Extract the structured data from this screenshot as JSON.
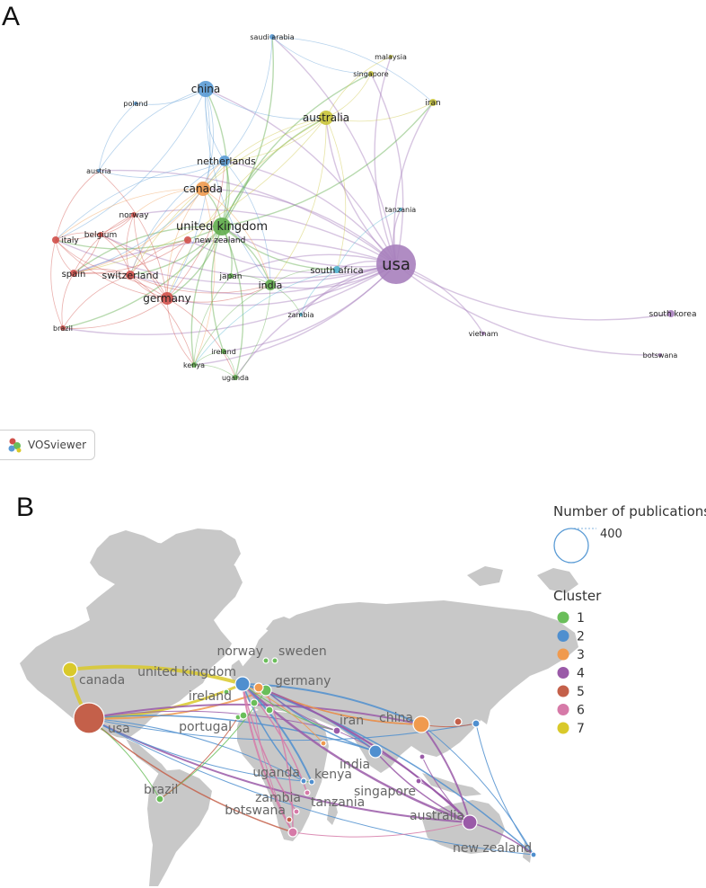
{
  "panel_a": {
    "letter": "A",
    "network": {
      "nodes": [
        {
          "id": "usa",
          "label": "usa",
          "cluster": "purple"
        },
        {
          "id": "united_kingdom",
          "label": "united kingdom",
          "cluster": "green"
        },
        {
          "id": "china",
          "label": "china",
          "cluster": "blue"
        },
        {
          "id": "australia",
          "label": "australia",
          "cluster": "yellow"
        },
        {
          "id": "canada",
          "label": "canada",
          "cluster": "orange"
        },
        {
          "id": "germany",
          "label": "germany",
          "cluster": "red"
        },
        {
          "id": "netherlands",
          "label": "netherlands",
          "cluster": "blue"
        },
        {
          "id": "india",
          "label": "india",
          "cluster": "green"
        },
        {
          "id": "south_africa",
          "label": "south africa",
          "cluster": "cyan"
        },
        {
          "id": "switzerland",
          "label": "switzerland",
          "cluster": "red"
        },
        {
          "id": "spain",
          "label": "spain",
          "cluster": "red"
        },
        {
          "id": "italy",
          "label": "italy",
          "cluster": "red"
        },
        {
          "id": "belgium",
          "label": "belgium",
          "cluster": "red"
        },
        {
          "id": "norway",
          "label": "norway",
          "cluster": "red"
        },
        {
          "id": "new_zealand",
          "label": "new zealand",
          "cluster": "red"
        },
        {
          "id": "austria",
          "label": "austria",
          "cluster": "blue"
        },
        {
          "id": "poland",
          "label": "poland",
          "cluster": "blue"
        },
        {
          "id": "saudi_arabia",
          "label": "saudi arabia",
          "cluster": "blue"
        },
        {
          "id": "malaysia",
          "label": "malaysia",
          "cluster": "yellow"
        },
        {
          "id": "singapore",
          "label": "singapore",
          "cluster": "yellow"
        },
        {
          "id": "iran",
          "label": "iran",
          "cluster": "yellow"
        },
        {
          "id": "tanzania",
          "label": "tanzania",
          "cluster": "cyan"
        },
        {
          "id": "zambia",
          "label": "zambia",
          "cluster": "cyan"
        },
        {
          "id": "japan",
          "label": "japan",
          "cluster": "green"
        },
        {
          "id": "ireland",
          "label": "ireland",
          "cluster": "green"
        },
        {
          "id": "kenya",
          "label": "kenya",
          "cluster": "green"
        },
        {
          "id": "uganda",
          "label": "uganda",
          "cluster": "green"
        },
        {
          "id": "brazil",
          "label": "brazil",
          "cluster": "red"
        },
        {
          "id": "south_korea",
          "label": "south korea",
          "cluster": "purple"
        },
        {
          "id": "vietnam",
          "label": "vietnam",
          "cluster": "purple"
        },
        {
          "id": "botswana",
          "label": "botswana",
          "cluster": "purple"
        }
      ],
      "links": [
        [
          "usa",
          "united_kingdom"
        ],
        [
          "usa",
          "china"
        ],
        [
          "usa",
          "australia"
        ],
        [
          "usa",
          "canada"
        ],
        [
          "usa",
          "germany"
        ],
        [
          "usa",
          "netherlands"
        ],
        [
          "usa",
          "india"
        ],
        [
          "usa",
          "south_africa"
        ],
        [
          "usa",
          "switzerland"
        ],
        [
          "usa",
          "spain"
        ],
        [
          "usa",
          "italy"
        ],
        [
          "usa",
          "south_korea"
        ],
        [
          "usa",
          "vietnam"
        ],
        [
          "usa",
          "botswana"
        ],
        [
          "usa",
          "iran"
        ],
        [
          "usa",
          "singapore"
        ],
        [
          "usa",
          "malaysia"
        ],
        [
          "usa",
          "saudi_arabia"
        ],
        [
          "usa",
          "tanzania"
        ],
        [
          "usa",
          "zambia"
        ],
        [
          "usa",
          "kenya"
        ],
        [
          "usa",
          "uganda"
        ],
        [
          "usa",
          "brazil"
        ],
        [
          "usa",
          "japan"
        ],
        [
          "usa",
          "new_zealand"
        ],
        [
          "usa",
          "austria"
        ],
        [
          "usa",
          "belgium"
        ],
        [
          "usa",
          "norway"
        ],
        [
          "usa",
          "ireland"
        ],
        [
          "united_kingdom",
          "china"
        ],
        [
          "united_kingdom",
          "australia"
        ],
        [
          "united_kingdom",
          "canada"
        ],
        [
          "united_kingdom",
          "germany"
        ],
        [
          "united_kingdom",
          "netherlands"
        ],
        [
          "united_kingdom",
          "india"
        ],
        [
          "united_kingdom",
          "south_africa"
        ],
        [
          "united_kingdom",
          "switzerland"
        ],
        [
          "united_kingdom",
          "spain"
        ],
        [
          "united_kingdom",
          "italy"
        ],
        [
          "united_kingdom",
          "kenya"
        ],
        [
          "united_kingdom",
          "uganda"
        ],
        [
          "united_kingdom",
          "ireland"
        ],
        [
          "united_kingdom",
          "japan"
        ],
        [
          "united_kingdom",
          "saudi_arabia"
        ],
        [
          "united_kingdom",
          "singapore"
        ],
        [
          "united_kingdom",
          "iran"
        ],
        [
          "united_kingdom",
          "brazil"
        ],
        [
          "china",
          "australia"
        ],
        [
          "china",
          "canada"
        ],
        [
          "china",
          "netherlands"
        ],
        [
          "china",
          "germany"
        ],
        [
          "china",
          "austria"
        ],
        [
          "china",
          "poland"
        ],
        [
          "china",
          "india"
        ],
        [
          "china",
          "italy"
        ],
        [
          "australia",
          "canada"
        ],
        [
          "australia",
          "netherlands"
        ],
        [
          "australia",
          "germany"
        ],
        [
          "australia",
          "india"
        ],
        [
          "australia",
          "singapore"
        ],
        [
          "australia",
          "malaysia"
        ],
        [
          "australia",
          "iran"
        ],
        [
          "australia",
          "spain"
        ],
        [
          "australia",
          "switzerland"
        ],
        [
          "australia",
          "south_africa"
        ],
        [
          "canada",
          "germany"
        ],
        [
          "canada",
          "netherlands"
        ],
        [
          "canada",
          "switzerland"
        ],
        [
          "canada",
          "spain"
        ],
        [
          "canada",
          "italy"
        ],
        [
          "canada",
          "india"
        ],
        [
          "canada",
          "norway"
        ],
        [
          "canada",
          "kenya"
        ],
        [
          "germany",
          "netherlands"
        ],
        [
          "germany",
          "switzerland"
        ],
        [
          "germany",
          "spain"
        ],
        [
          "germany",
          "italy"
        ],
        [
          "germany",
          "belgium"
        ],
        [
          "germany",
          "norway"
        ],
        [
          "germany",
          "india"
        ],
        [
          "germany",
          "brazil"
        ],
        [
          "germany",
          "kenya"
        ],
        [
          "germany",
          "uganda"
        ],
        [
          "germany",
          "austria"
        ],
        [
          "germany",
          "new_zealand"
        ],
        [
          "netherlands",
          "switzerland"
        ],
        [
          "netherlands",
          "spain"
        ],
        [
          "netherlands",
          "italy"
        ],
        [
          "netherlands",
          "india"
        ],
        [
          "netherlands",
          "saudi_arabia"
        ],
        [
          "netherlands",
          "austria"
        ],
        [
          "switzerland",
          "spain"
        ],
        [
          "switzerland",
          "italy"
        ],
        [
          "switzerland",
          "belgium"
        ],
        [
          "switzerland",
          "norway"
        ],
        [
          "switzerland",
          "india"
        ],
        [
          "switzerland",
          "kenya"
        ],
        [
          "switzerland",
          "brazil"
        ],
        [
          "spain",
          "italy"
        ],
        [
          "spain",
          "belgium"
        ],
        [
          "spain",
          "norway"
        ],
        [
          "spain",
          "brazil"
        ],
        [
          "italy",
          "belgium"
        ],
        [
          "italy",
          "norway"
        ],
        [
          "italy",
          "austria"
        ],
        [
          "belgium",
          "norway"
        ],
        [
          "india",
          "south_africa"
        ],
        [
          "india",
          "kenya"
        ],
        [
          "india",
          "uganda"
        ],
        [
          "india",
          "japan"
        ],
        [
          "india",
          "zambia"
        ],
        [
          "south_africa",
          "zambia"
        ],
        [
          "south_africa",
          "tanzania"
        ],
        [
          "south_africa",
          "kenya"
        ],
        [
          "kenya",
          "uganda"
        ],
        [
          "ireland",
          "kenya"
        ],
        [
          "ireland",
          "uganda"
        ],
        [
          "japan",
          "kenya"
        ],
        [
          "saudi_arabia",
          "iran"
        ],
        [
          "saudi_arabia",
          "singapore"
        ],
        [
          "austria",
          "poland"
        ],
        [
          "new_zealand",
          "switzerland"
        ],
        [
          "new_zealand",
          "spain"
        ],
        [
          "italy",
          "brazil"
        ]
      ]
    },
    "brand": {
      "name": "VOSviewer"
    }
  },
  "panel_b": {
    "letter": "B",
    "legend": {
      "size_title": "Number of publications",
      "size_value": "400",
      "cluster_title": "Cluster",
      "clusters": [
        {
          "label": "1",
          "color": "#6abe5a"
        },
        {
          "label": "2",
          "color": "#4f8fcf"
        },
        {
          "label": "3",
          "color": "#f09a4e"
        },
        {
          "label": "4",
          "color": "#9a5aa8"
        },
        {
          "label": "5",
          "color": "#c4604a"
        },
        {
          "label": "6",
          "color": "#d67aa8"
        },
        {
          "label": "7",
          "color": "#d9c92a"
        }
      ]
    },
    "map_labels": {
      "canada": "canada",
      "usa": "usa",
      "united_kingdom": "united kingdom",
      "ireland": "ireland",
      "norway": "norway",
      "sweden": "sweden",
      "germany": "germany",
      "portugal": "portugal",
      "brazil": "brazil",
      "uganda": "uganda",
      "kenya": "kenya",
      "tanzania": "tanzania",
      "zambia": "zambia",
      "botswana": "botswana",
      "india": "india",
      "iran": "iran",
      "china": "china",
      "singapore": "singapore",
      "australia": "australia",
      "new_zealand": "new zealand"
    }
  },
  "colors": {
    "purple": "#a77fbc",
    "green": "#62ad4e",
    "blue": "#5a9bd5",
    "yellow": "#c9c43a",
    "orange": "#ef9b4f",
    "red": "#d0504a",
    "cyan": "#50b4d0",
    "map_land": "#c8c8c8"
  }
}
